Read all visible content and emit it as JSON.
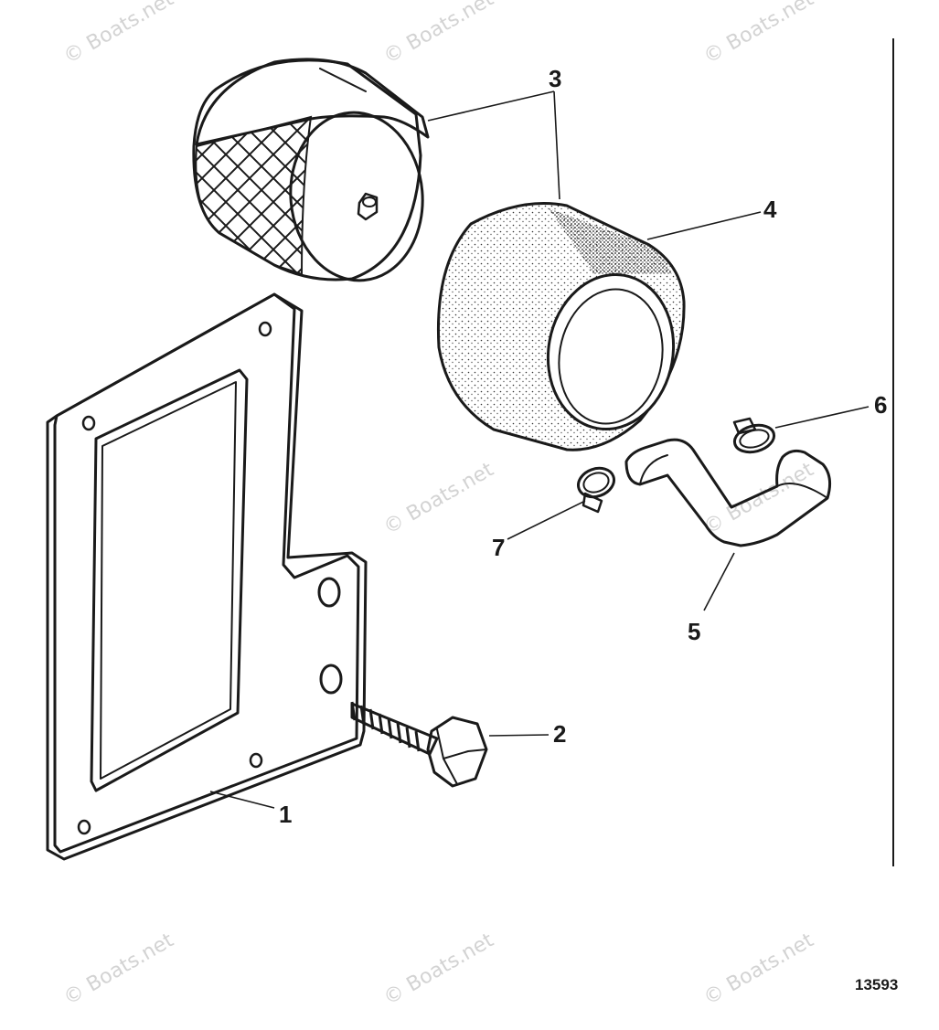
{
  "diagram": {
    "figure_number": "13593",
    "watermark_text": "© Boats.net",
    "callouts": [
      {
        "id": "1",
        "label": "1"
      },
      {
        "id": "2",
        "label": "2"
      },
      {
        "id": "3",
        "label": "3"
      },
      {
        "id": "4",
        "label": "4"
      },
      {
        "id": "5",
        "label": "5"
      },
      {
        "id": "6",
        "label": "6"
      },
      {
        "id": "7",
        "label": "7"
      }
    ]
  },
  "colors": {
    "ink": "#1a1a1a",
    "watermark": "#d3d3d3",
    "background": "#ffffff"
  }
}
